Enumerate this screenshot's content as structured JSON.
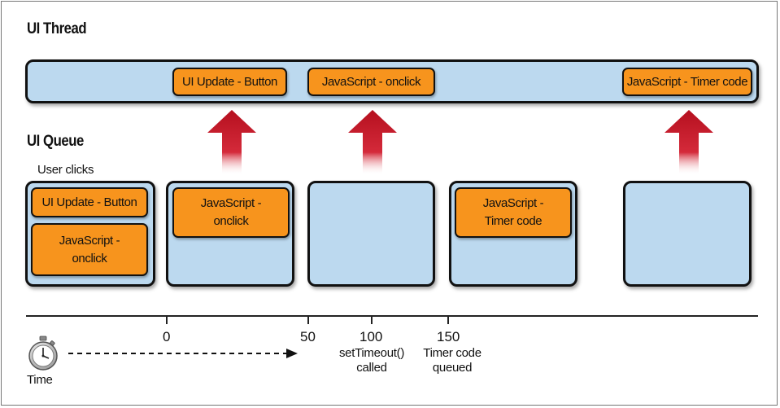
{
  "ui_thread": {
    "title": "UI Thread",
    "tasks": [
      "UI Update - Button",
      "JavaScript - onclick",
      "JavaScript - Timer code"
    ]
  },
  "ui_queue": {
    "title": "UI Queue",
    "user_clicks_label": "User clicks",
    "queue1": [
      "UI Update - Button",
      "JavaScript -\nonclick"
    ],
    "queue2": [
      "JavaScript -\nonclick"
    ],
    "queue4": [
      "JavaScript -\nTimer code"
    ]
  },
  "timeline": {
    "ticks": [
      "0",
      "50",
      "100",
      "150"
    ],
    "annotations": {
      "t100": "setTimeout()\ncalled",
      "t150": "Timer code\nqueued"
    },
    "time_label": "Time"
  },
  "colors": {
    "lane_fill": "#bcd9ef",
    "task_fill": "#f7941d",
    "arrow_red": "#c8102e"
  }
}
